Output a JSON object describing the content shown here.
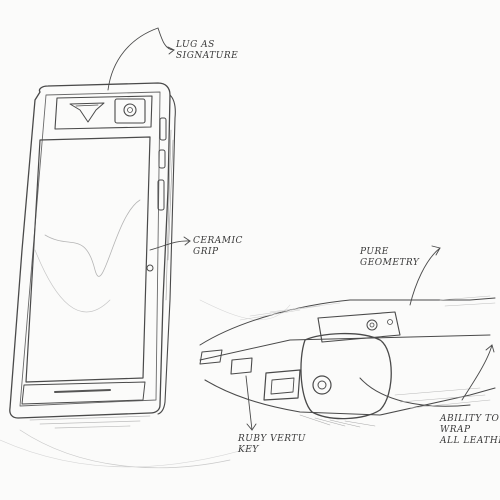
{
  "annotations": {
    "lug": {
      "line1": "Lug As",
      "line2": "Signature"
    },
    "grip": {
      "line1": "Ceramic",
      "line2": "Grip"
    },
    "geometry": {
      "line1": "Pure",
      "line2": "Geometry"
    },
    "ruby_key": {
      "line1": "Ruby Vertu",
      "line2": "Key"
    },
    "wrap": {
      "line1": "Ability to",
      "line2": "Wrap",
      "line3": "All Leather"
    }
  },
  "colors": {
    "paper": "#fbfbfa",
    "pencil": "#4a4a4a",
    "pencil_light": "#9a9a9a",
    "shade": "#cfcfcf"
  },
  "icons": [
    "pencil-sketch-phone-front",
    "pencil-sketch-phone-bottom-detail"
  ]
}
